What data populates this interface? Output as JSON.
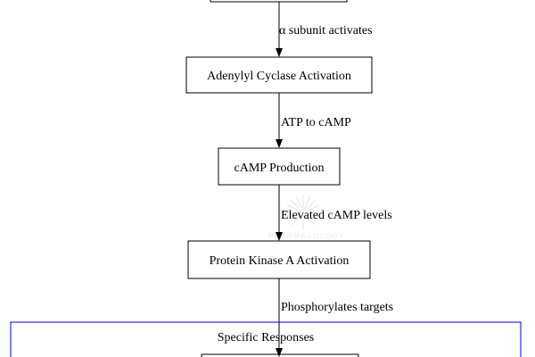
{
  "diagram": {
    "top_node": {
      "label": ""
    },
    "nodes": [
      {
        "id": "adenylyl",
        "label": "Adenylyl Cyclase Activation"
      },
      {
        "id": "camp",
        "label": "cAMP Production"
      },
      {
        "id": "pka",
        "label": "Protein Kinase A Activation"
      }
    ],
    "edges": [
      {
        "label": "α subunit activates"
      },
      {
        "label": "ATP to cAMP"
      },
      {
        "label": "Elevated cAMP levels"
      },
      {
        "label": "Phosphorylates targets"
      }
    ],
    "cluster": {
      "label": "Specific Responses",
      "border_color": "#0000cc"
    },
    "watermark": {
      "text": "PHARMACOLOGY"
    }
  }
}
